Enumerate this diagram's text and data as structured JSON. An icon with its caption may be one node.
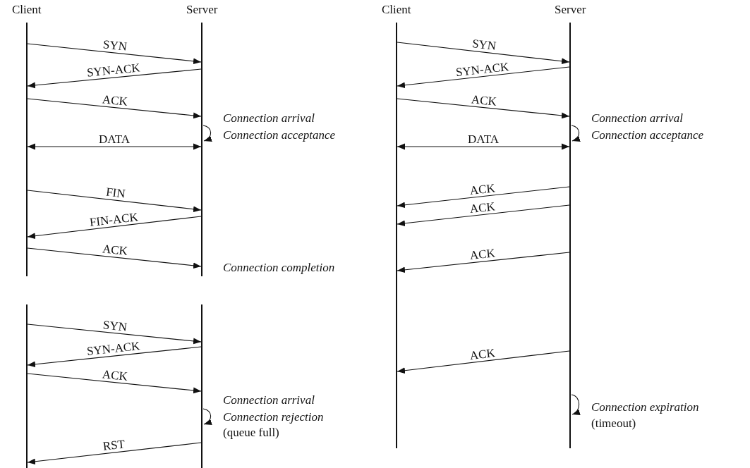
{
  "diagram": {
    "nodes": [
      {
        "text": [
          "Client"
        ]
      },
      {
        "text": [
          "Server"
        ]
      },
      {
        "text": [
          "Client"
        ]
      },
      {
        "text": [
          "Server"
        ]
      },
      {
        "text": [],
        "shape": "bar"
      },
      {
        "text": [],
        "shape": "bar"
      }
    ],
    "edges": [
      {
        "from": 0,
        "to": 1,
        "arrow": "to",
        "label": "SYN"
      },
      {
        "from": 1,
        "to": 0,
        "arrow": "to",
        "label": "SYN-ACK"
      },
      {
        "from": 0,
        "to": 1,
        "arrow": "to",
        "label": "ACK"
      },
      {
        "from": 0,
        "to": 1,
        "arrow": "both",
        "label": "DATA"
      },
      {
        "from": 0,
        "to": 1,
        "arrow": "to",
        "label": "FIN"
      },
      {
        "from": 1,
        "to": 0,
        "arrow": "to",
        "label": "FIN-ACK"
      },
      {
        "from": 0,
        "to": 1,
        "arrow": "to",
        "label": "ACK"
      },
      {
        "from": 2,
        "to": 3,
        "arrow": "to",
        "label": "SYN"
      },
      {
        "from": 3,
        "to": 2,
        "arrow": "to",
        "label": "SYN-ACK"
      },
      {
        "from": 2,
        "to": 3,
        "arrow": "to",
        "label": "ACK"
      },
      {
        "from": 2,
        "to": 3,
        "arrow": "both",
        "label": "DATA"
      },
      {
        "from": 3,
        "to": 2,
        "arrow": "to",
        "label": "ACK"
      },
      {
        "from": 3,
        "to": 2,
        "arrow": "to",
        "label": "ACK"
      },
      {
        "from": 3,
        "to": 2,
        "arrow": "to",
        "label": "ACK"
      },
      {
        "from": 3,
        "to": 2,
        "arrow": "to",
        "label": "ACK"
      },
      {
        "from": 4,
        "to": 5,
        "arrow": "to",
        "label": "SYN"
      },
      {
        "from": 5,
        "to": 4,
        "arrow": "to",
        "label": "SYN-ACK"
      },
      {
        "from": 4,
        "to": 5,
        "arrow": "to",
        "label": "ACK"
      },
      {
        "from": 5,
        "to": 4,
        "arrow": "to",
        "label": "RST"
      }
    ],
    "labels": [
      "Connection arrival",
      "Connection acceptance",
      "Connection completion",
      "Connection arrival",
      "Connection acceptance",
      "Connection expiration",
      "(timeout)",
      "Connection arrival",
      "Connection rejection",
      "(queue full)"
    ]
  }
}
